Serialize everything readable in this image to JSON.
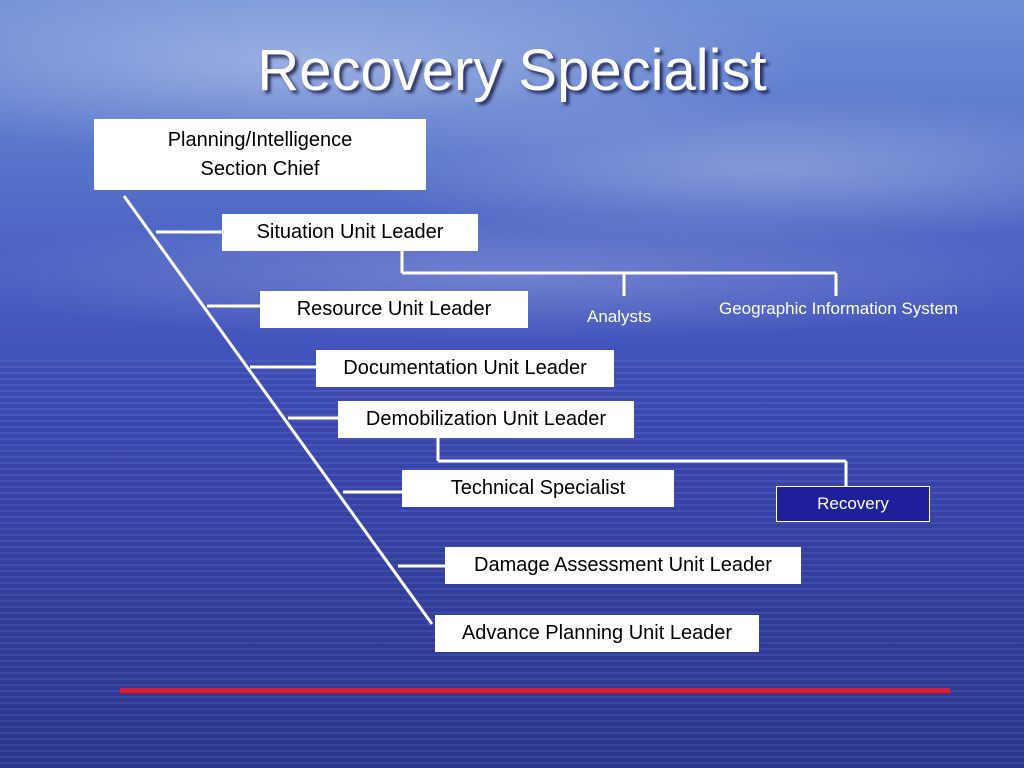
{
  "title": "Recovery Specialist",
  "chief": {
    "line1": "Planning/Intelligence",
    "line2": "Section Chief"
  },
  "units": {
    "situation": "Situation Unit Leader",
    "resource": "Resource Unit Leader",
    "documentation": "Documentation Unit Leader",
    "demobilization": "Demobilization Unit Leader",
    "technical": "Technical Specialist",
    "damage": "Damage Assessment Unit Leader",
    "advance": "Advance Planning Unit Leader"
  },
  "situation_subunits": {
    "analysts": "Analysts",
    "gis": "Geographic Information System"
  },
  "technical_subunit": "Recovery",
  "colors": {
    "accent_rule": "#d4203a",
    "highlight_box": "#1f1f9c",
    "connector": "#ffffff"
  }
}
